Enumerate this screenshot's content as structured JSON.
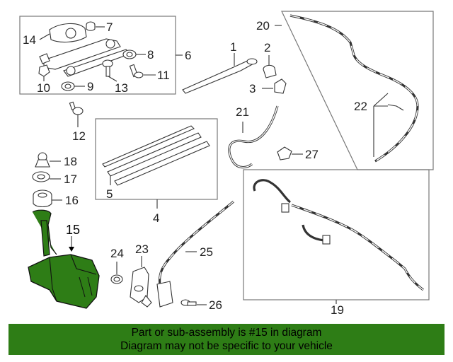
{
  "callouts": {
    "c1": "1",
    "c2": "2",
    "c3": "3",
    "c4": "4",
    "c5": "5",
    "c6": "6",
    "c7": "7",
    "c8": "8",
    "c9": "9",
    "c10": "10",
    "c11": "11",
    "c12": "12",
    "c13": "13",
    "c14": "14",
    "c15": "15",
    "c16": "16",
    "c17": "17",
    "c18": "18",
    "c19": "19",
    "c20": "20",
    "c21": "21",
    "c22": "22",
    "c23": "23",
    "c24": "24",
    "c25": "25",
    "c26": "26",
    "c27": "27"
  },
  "highlight": {
    "part_number": "15",
    "color": "#2e7d16"
  },
  "banner": {
    "line1": "Part or sub-assembly is #15 in diagram",
    "line2": "Diagram may not be specific to your vehicle",
    "color": "#2e7d16"
  }
}
